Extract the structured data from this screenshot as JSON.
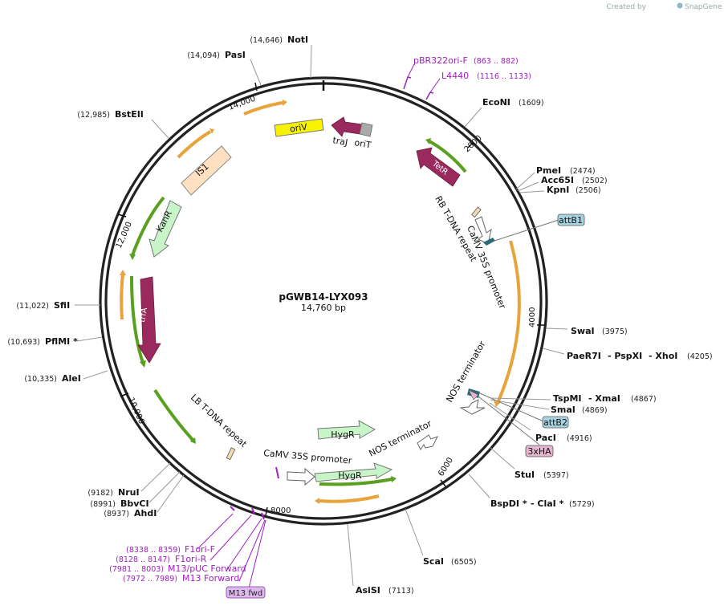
{
  "credit": {
    "prefix": "Created by",
    "brand": "SnapGene"
  },
  "plasmid": {
    "name": "pGWB14-LYX093",
    "length": "14,760 bp"
  },
  "ticks": [
    "2000",
    "4000",
    "6000",
    "8000",
    "10,000",
    "12,000",
    "14,000"
  ],
  "sites": {
    "noti": {
      "name": "NotI",
      "pos": "(14,646)"
    },
    "pasi": {
      "name": "PasI",
      "pos": "(14,094)"
    },
    "bsteii": {
      "name": "BstEII",
      "pos": "(12,985)"
    },
    "sfii": {
      "name": "SfiI",
      "pos": "(11,022)"
    },
    "pflmi": {
      "name": "PflMI *",
      "pos": "(10,693)"
    },
    "alei": {
      "name": "AleI",
      "pos": "(10,335)"
    },
    "nrui": {
      "name": "NruI",
      "pos": "(9182)"
    },
    "bbvci": {
      "name": "BbvCI",
      "pos": "(8991)"
    },
    "ahdi": {
      "name": "AhdI",
      "pos": "(8937)"
    },
    "asisi": {
      "name": "AsiSI",
      "pos": "(7113)"
    },
    "scai": {
      "name": "ScaI",
      "pos": "(6505)"
    },
    "bspdi": {
      "name": "BspDI *",
      "sep": "- ClaI *",
      "pos": "(5729)"
    },
    "stui": {
      "name": "StuI",
      "pos": "(5397)"
    },
    "paci": {
      "name": "PacI",
      "pos": "(4916)"
    },
    "smai": {
      "name": "SmaI",
      "pos": "(4869)"
    },
    "tspmi": {
      "name": "TspMI",
      "sep": "- XmaI",
      "pos": "(4867)"
    },
    "paer7i": {
      "name": "PaeR7I",
      "sep1": "- PspXI",
      "sep2": "- XhoI",
      "pos": "(4205)"
    },
    "swai": {
      "name": "SwaI",
      "pos": "(3975)"
    },
    "kpni": {
      "name": "KpnI",
      "pos": "(2506)"
    },
    "acc65i": {
      "name": "Acc65I",
      "pos": "(2502)"
    },
    "pmei": {
      "name": "PmeI",
      "pos": "(2474)"
    },
    "econi": {
      "name": "EcoNI",
      "pos": "(1609)"
    }
  },
  "primers": {
    "pbr322": {
      "name": "pBR322ori-F",
      "pos": "(863 .. 882)"
    },
    "l4440": {
      "name": "L4440",
      "pos": "(1116 .. 1133)"
    },
    "f1orif": {
      "name": "F1ori-F",
      "pos": "(8338 .. 8359)"
    },
    "f1orir": {
      "name": "F1ori-R",
      "pos": "(8128 .. 8147)"
    },
    "m13puc": {
      "name": "M13/pUC Forward",
      "pos": "(7981 .. 8003)"
    },
    "m13fwdlong": {
      "name": "M13 Forward",
      "pos": "(7972 .. 7989)"
    },
    "m13fwd": {
      "name": "M13 fwd"
    }
  },
  "features": {
    "oriv": "oriV",
    "traj": "traJ",
    "orit": "oriT",
    "tetr": "TetR",
    "is1": "IS1",
    "kanr": "KanR",
    "trfa": "trfA",
    "rb": "RB T-DNA repeat",
    "camv1": "CaMV 35S promoter",
    "nos1": "NOS terminator",
    "attb1": "attB1",
    "attb2": "attB2",
    "ha": "3xHA",
    "lb": "LB T-DNA repeat",
    "hygr1": "HygR",
    "hygr2": "HygR",
    "camv2": "CaMV 35S promoter",
    "nos2": "NOS terminator"
  },
  "colors": {
    "backbone": "#222222",
    "primer": "#a020c0",
    "orf": "#e8a33a",
    "orfGreen": "#4f9a1c",
    "tetr": "#9a2a5e",
    "oriv": "#f7f300",
    "attb": "#a8d3e0",
    "ha": "#e6b4cf",
    "hygr": "#c8f5c8",
    "is1": "#ffe0c0"
  }
}
